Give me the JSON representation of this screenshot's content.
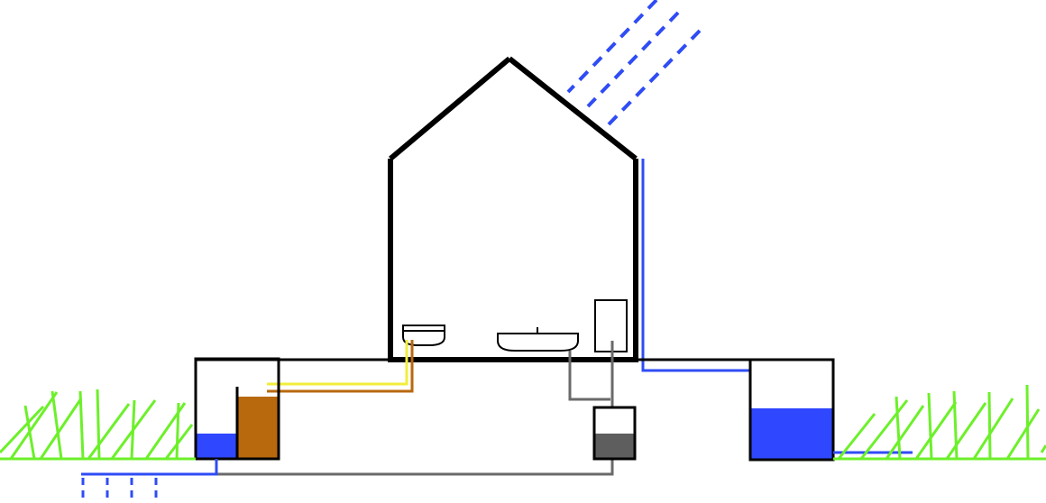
{
  "colors": {
    "structure": "#000000",
    "rainwater": "#2f4cf5",
    "storage_water": "#2f47ff",
    "greywater": "#5e5e5e",
    "greywater_pipe": "#6a6a6a",
    "urine": "#f2ee3c",
    "compost": "#b8690d",
    "grass": "#6cf02a",
    "background": "#ffffff"
  },
  "levels": {
    "rainwater_tank_fill": 0.5,
    "greywater_tank_fill": 0.45,
    "left_water_tank_fill": 0.25,
    "compost_tank_fill": 0.85
  },
  "icons": [
    "house-icon",
    "rain-icon",
    "toilet-icon",
    "bathtub-icon",
    "shower-icon",
    "rainwater-tank-icon",
    "greywater-tank-icon",
    "compost-tank-icon",
    "grass-icon"
  ]
}
